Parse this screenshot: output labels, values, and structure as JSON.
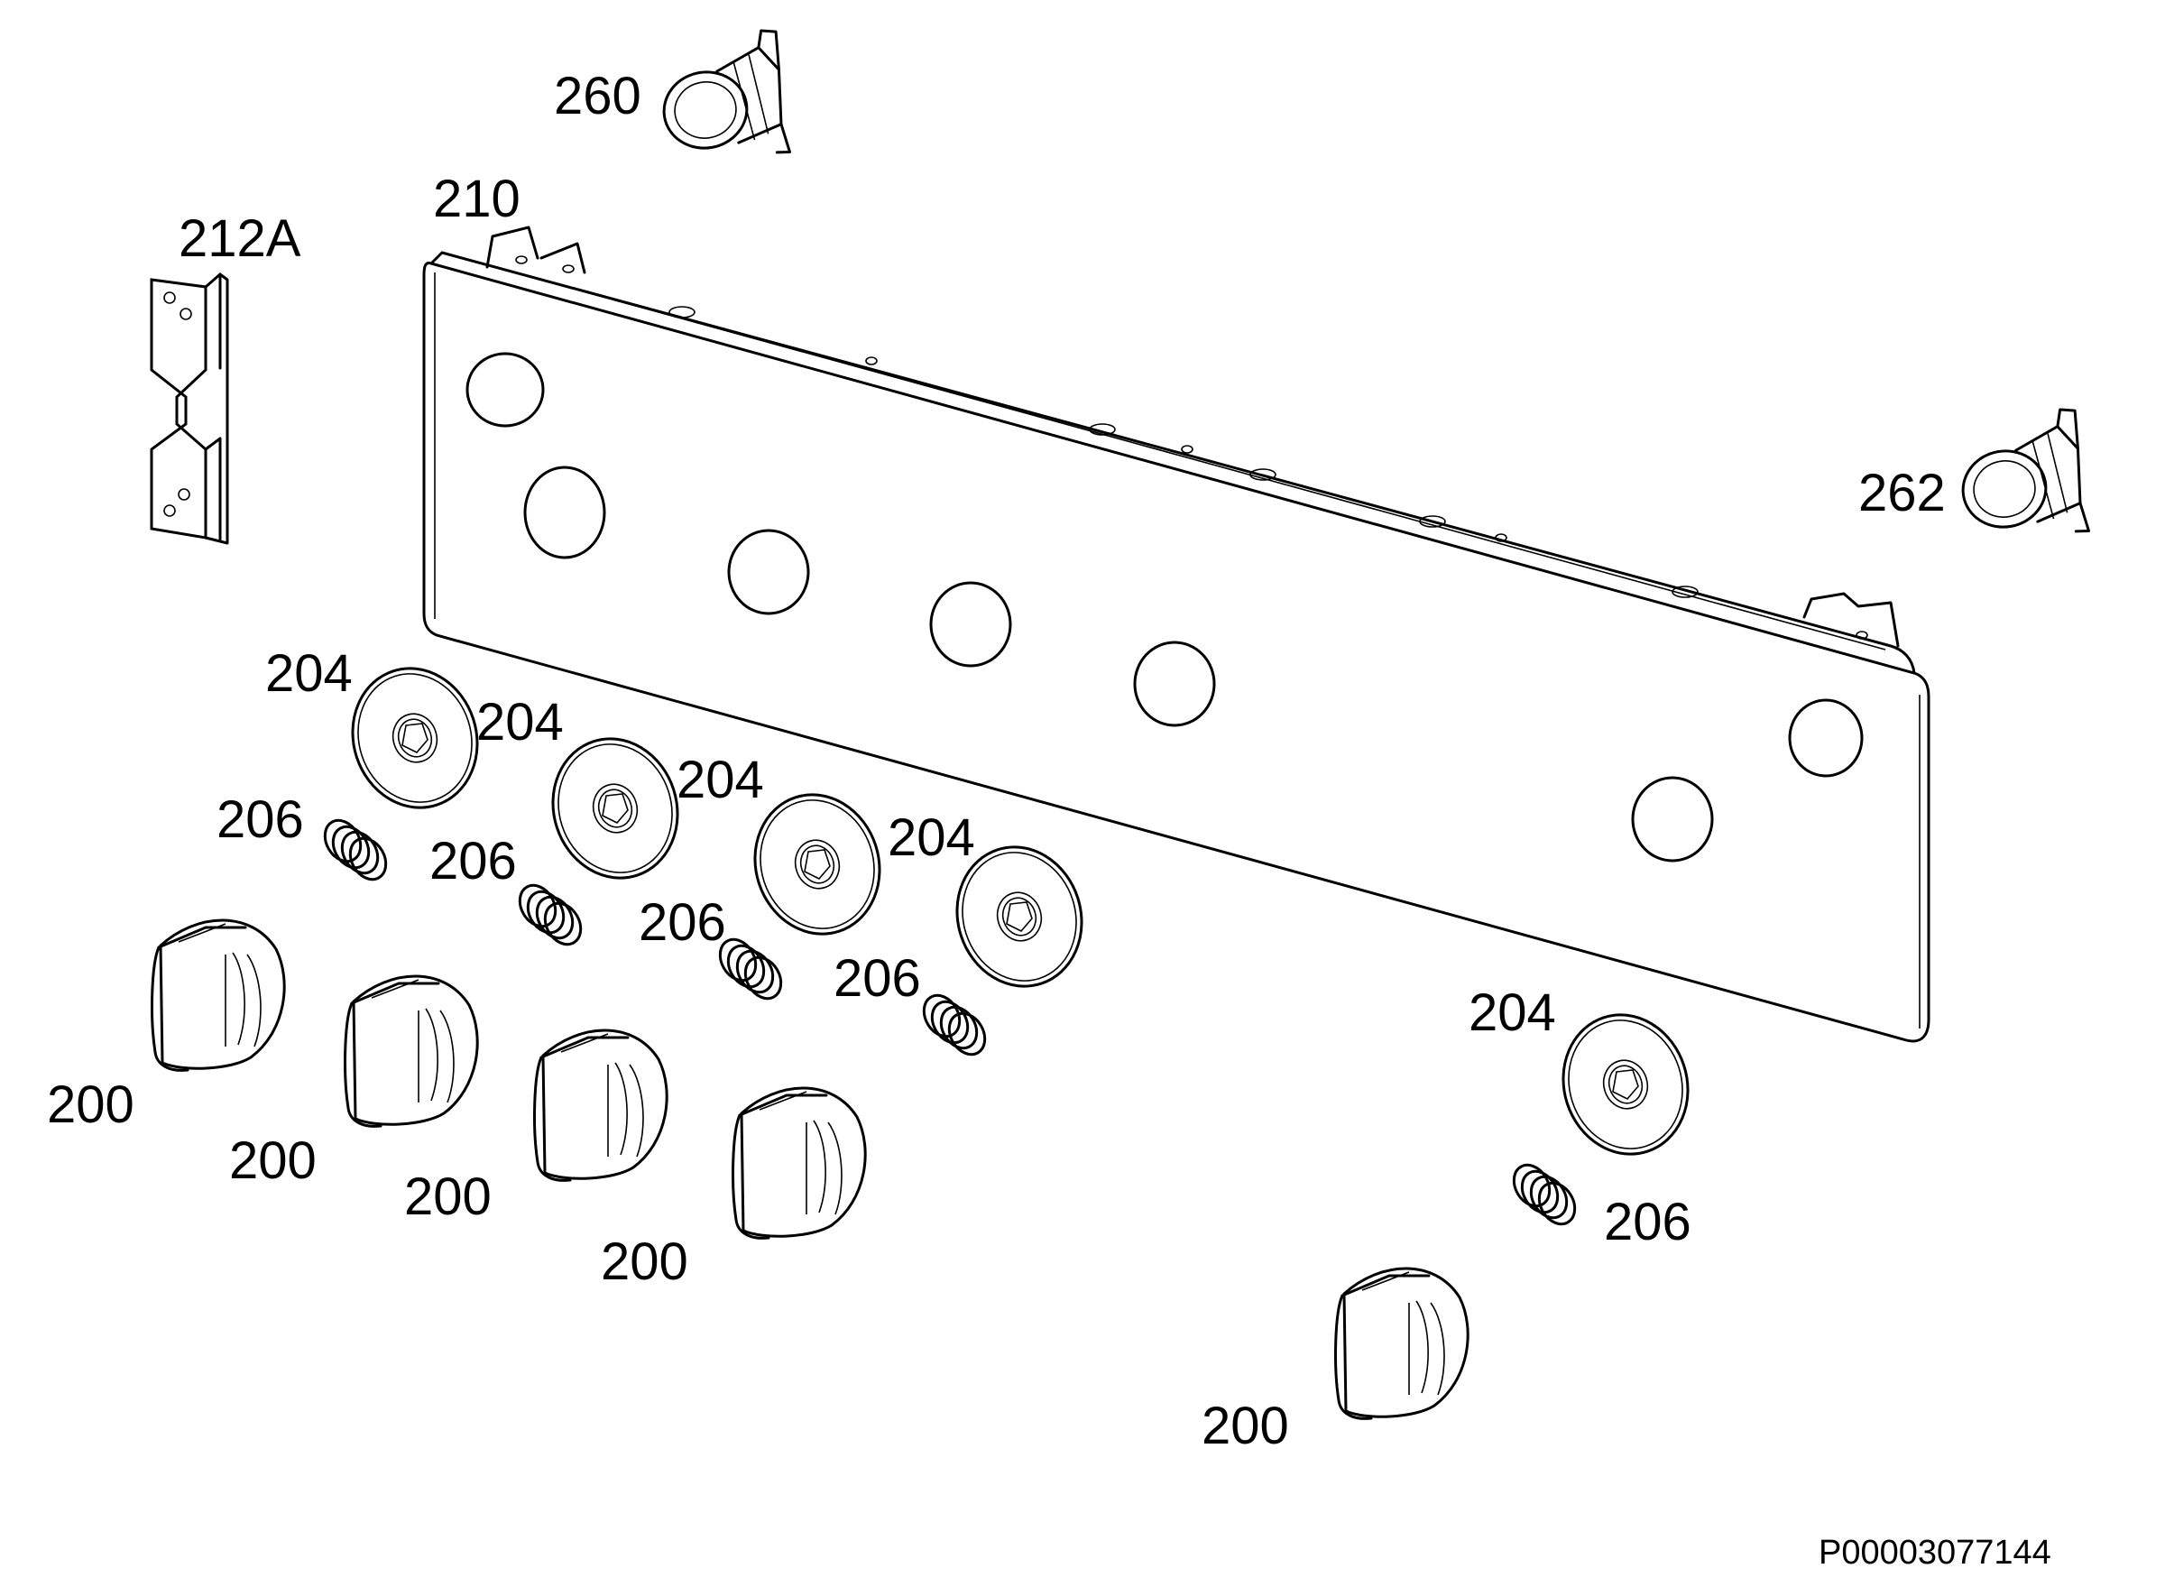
{
  "labels": {
    "l260": "260",
    "l210": "210",
    "l212a": "212A",
    "l262": "262",
    "l204_1": "204",
    "l204_2": "204",
    "l204_3": "204",
    "l204_4": "204",
    "l204_5": "204",
    "l206_1": "206",
    "l206_2": "206",
    "l206_3": "206",
    "l206_4": "206",
    "l206_5": "206",
    "l200_1": "200",
    "l200_2": "200",
    "l200_3": "200",
    "l200_4": "200",
    "l200_5": "200"
  },
  "drawing_code": "P00003077144"
}
